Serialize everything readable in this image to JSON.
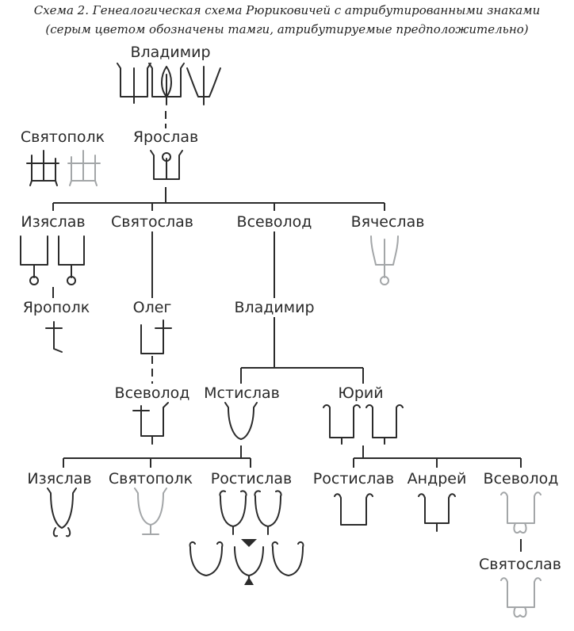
{
  "caption": {
    "line1": "Схема 2. Генеалогическая схема Рюриковичей с атрибутированными знаками",
    "line2": "(серым цветом обозначены тамги, атрибутируемые предположительно)"
  },
  "colors": {
    "line": "#2b2b2b",
    "confirmed_tamga": "#2b2b2b",
    "presumed_tamga": "#a3a6a8"
  },
  "persons": {
    "vladimir1": "Владимир",
    "svyatopolk1": "Святополк",
    "yaroslav": "Ярослав",
    "izyaslav1": "Изяслав",
    "svyatoslav1": "Святослав",
    "vsevolod1": "Всеволод",
    "vyacheslav": "Вячеслав",
    "yaropolk": "Ярополк",
    "oleg": "Олег",
    "vladimir2": "Владимир",
    "vsevolod2": "Всеволод",
    "mstislav": "Мстислав",
    "yuri": "Юрий",
    "izyaslav2": "Изяслав",
    "svyatopolk2": "Святополк",
    "rostislav1": "Ростислав",
    "rostislav2": "Ростислав",
    "andrey": "Андрей",
    "vsevolod3": "Всеволод",
    "svyatoslav2": "Святослав"
  }
}
